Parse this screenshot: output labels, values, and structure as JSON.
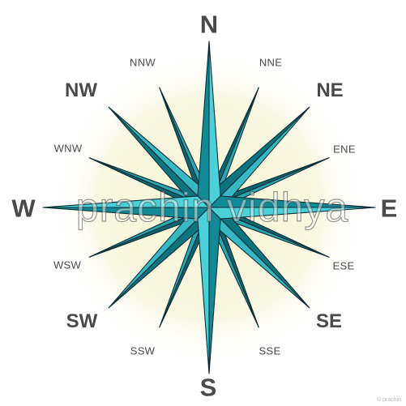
{
  "labels": {
    "n": "N",
    "nne": "NNE",
    "ne": "NE",
    "ene": "ENE",
    "e": "E",
    "ese": "ESE",
    "se": "SE",
    "sse": "SSE",
    "s": "S",
    "ssw": "SSW",
    "sw": "SW",
    "wsw": "WSW",
    "w": "W",
    "wnw": "WNW",
    "nw": "NW",
    "nnw": "NNW"
  },
  "watermark": "prachin vidhya",
  "corner_mark": "© prachin",
  "colors": {
    "glow": "#f6f3cf",
    "major_light": "#4ad0d8",
    "major_dark": "#0f8a96",
    "inter_light": "#36b9c4",
    "inter_dark": "#0c7480",
    "minor_light": "#2aa6b2",
    "minor_dark": "#0a6670",
    "outline": "#0f2f36",
    "text": "#4a4a4a"
  }
}
